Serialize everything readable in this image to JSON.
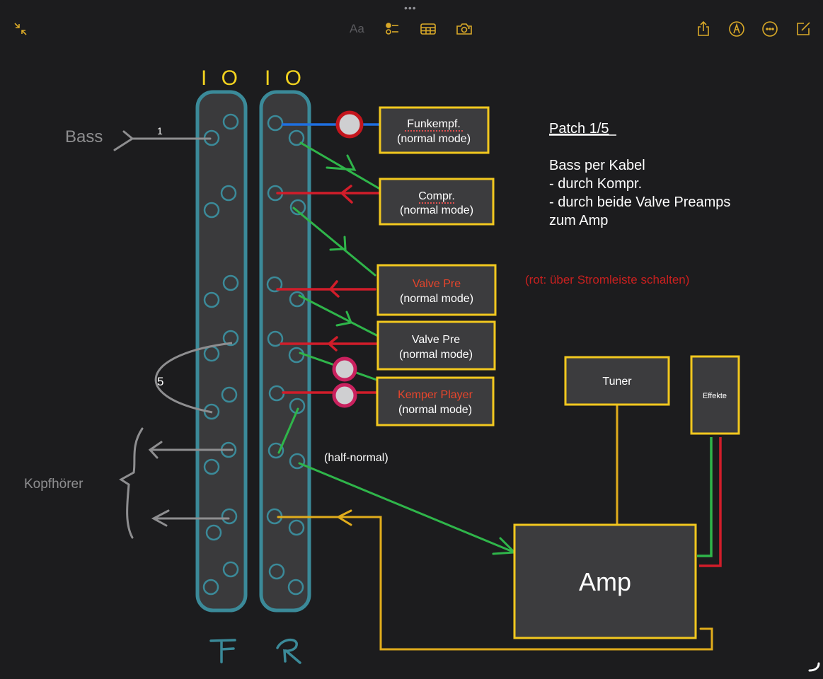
{
  "toolbar": {
    "left": [
      {
        "icon": "collapse-icon"
      }
    ],
    "center": [
      {
        "icon": "text-format-icon",
        "label": "Aa"
      },
      {
        "icon": "checklist-icon"
      },
      {
        "icon": "table-icon"
      },
      {
        "icon": "camera-icon"
      }
    ],
    "right": [
      {
        "icon": "share-icon"
      },
      {
        "icon": "markup-icon"
      },
      {
        "icon": "more-icon"
      },
      {
        "icon": "compose-icon"
      }
    ],
    "accent_color": "#d9a928"
  },
  "diagram": {
    "patchbay_front": {
      "io_label": "I O",
      "side_label": "F"
    },
    "patchbay_rear": {
      "io_label": "I O",
      "side_label": "R"
    },
    "labels": {
      "bass": "Bass",
      "bass_cable_number": "1",
      "loop_number": "5",
      "headphones": "Kopfhörer",
      "half_normal": "(half-normal)"
    },
    "devices": [
      {
        "id": "funkempf",
        "name": "Funkempf.",
        "mode": "(normal mode)",
        "name_color": "#ffffff",
        "spellcheck": true
      },
      {
        "id": "compr",
        "name": "Compr.",
        "mode": "(normal mode)",
        "name_color": "#ffffff",
        "spellcheck": true
      },
      {
        "id": "valve1",
        "name": "Valve Pre",
        "mode": "(normal mode)",
        "name_color": "#e8452c"
      },
      {
        "id": "valve2",
        "name": "Valve Pre",
        "mode": "(normal mode)",
        "name_color": "#ffffff"
      },
      {
        "id": "kemper",
        "name": "Kemper Player",
        "mode": "(normal mode)",
        "name_color": "#e8452c"
      },
      {
        "id": "tuner",
        "name": "Tuner"
      },
      {
        "id": "effekte",
        "name": "Effekte"
      },
      {
        "id": "amp",
        "name": "Amp"
      }
    ],
    "notes": {
      "title": "Patch 1/5",
      "lines": [
        "Bass per Kabel",
        "- durch Kompr.",
        "- durch beide Valve Preamps",
        "zum Amp"
      ],
      "red_note": "(rot: über Stromleiste schalten)"
    },
    "colors": {
      "background": "#1c1c1e",
      "bay_fill": "#3a3a3c",
      "bay_border": "#3b8a99",
      "box_border": "#f2c81f",
      "box_fill": "#3c3c3e",
      "io_label": "#f2d21f",
      "green_cable": "#2fb54a",
      "red_cable": "#d11d2a",
      "blue_cable": "#1e6fe0",
      "yellow_cable": "#e0ac1c",
      "gray_cable": "#8e8e90"
    }
  }
}
